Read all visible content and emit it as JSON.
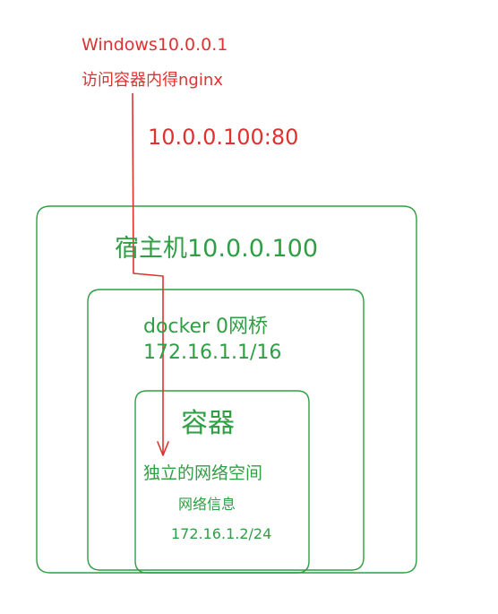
{
  "client": {
    "line1": "Windows10.0.0.1",
    "line2": "访问容器内得nginx"
  },
  "access_address": "10.0.0.100:80",
  "host": {
    "label": "宿主机10.0.0.100"
  },
  "bridge": {
    "line1": "docker 0网桥",
    "line2": "172.16.1.1/16"
  },
  "container": {
    "title": "容器",
    "line1": "独立的网络空间",
    "line2": "网络信息",
    "line3": "172.16.1.2/24"
  },
  "colors": {
    "stroke_green": "#2f9e44",
    "stroke_red": "#e03131"
  }
}
